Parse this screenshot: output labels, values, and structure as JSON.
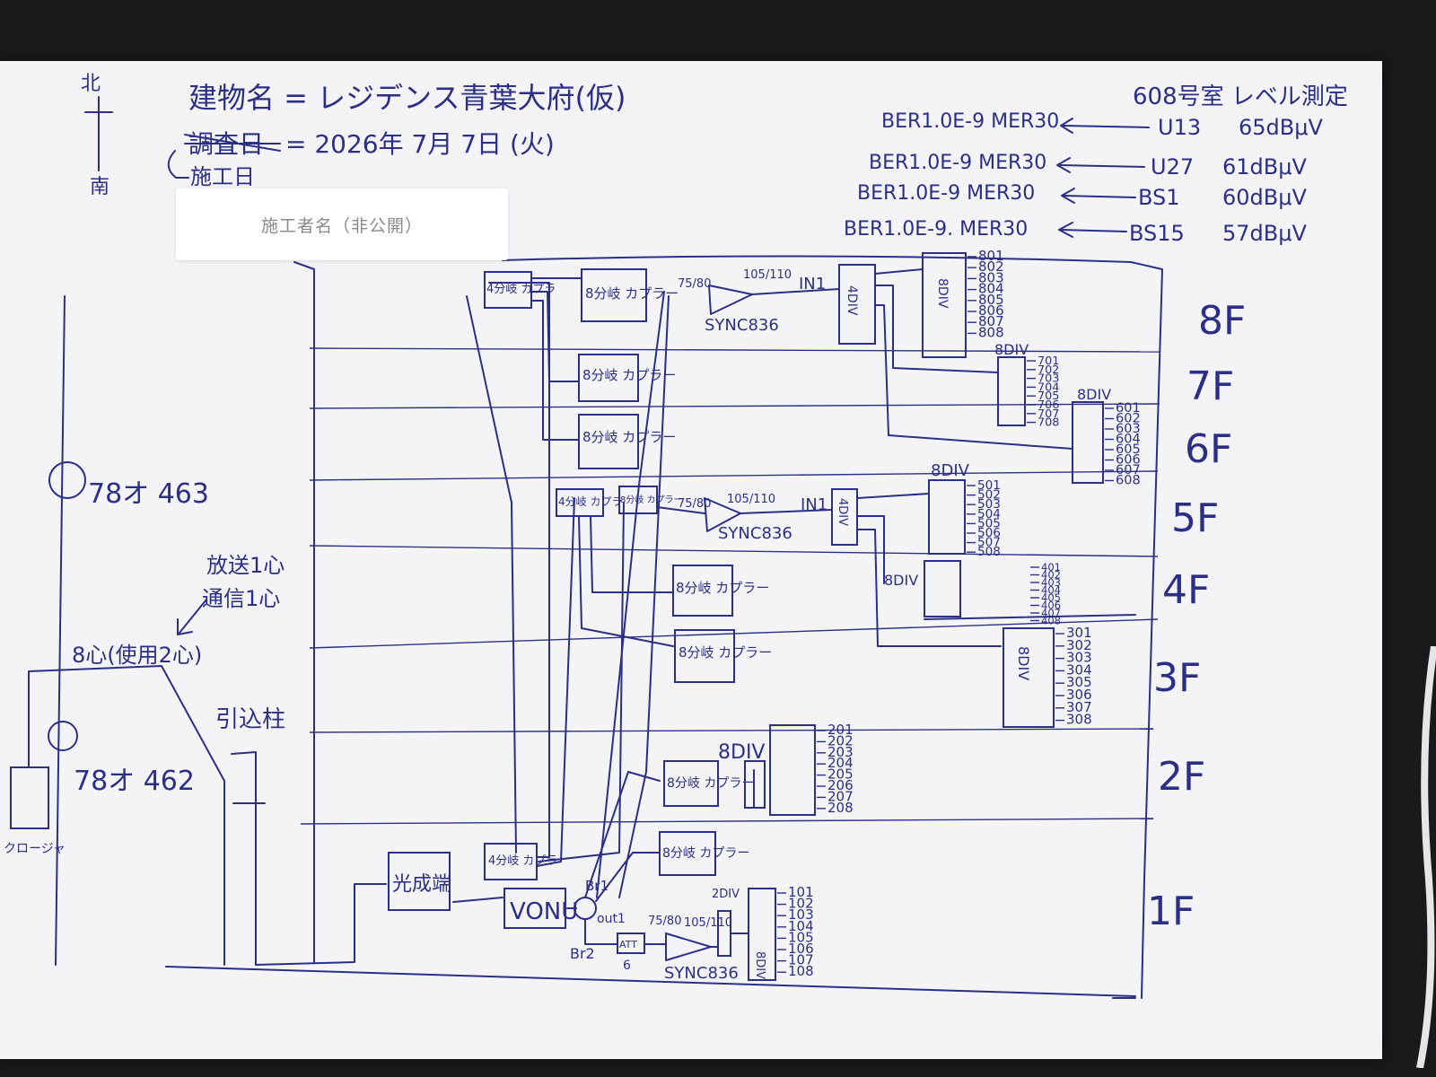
{
  "header": {
    "compass_north": "北",
    "compass_south": "南",
    "building_label": "建物名 = レジデンス青葉大府(仮)",
    "date_label": "= 2026年 7月 7日 (火)",
    "date_struck": "調査日",
    "work_day": "施工日",
    "redaction": "施工者名（非公開）"
  },
  "measurement": {
    "title": "608号室 レベル測定",
    "rows": [
      {
        "ber": "BER1.0E-9 MER30",
        "channel": "U13",
        "level": "65dBμV"
      },
      {
        "ber": "BER1.0E-9 MER30",
        "channel": "U27",
        "level": "61dBμV"
      },
      {
        "ber": "BER1.0E-9 MER30",
        "channel": "BS1",
        "level": "60dBμV"
      },
      {
        "ber": "BER1.0E-9. MER30",
        "channel": "BS15",
        "level": "57dBμV"
      }
    ]
  },
  "floors": [
    "8F",
    "7F",
    "6F",
    "5F",
    "4F",
    "3F",
    "2F",
    "1F"
  ],
  "components": {
    "coupler4": "4分岐 カプラ",
    "coupler8": "8分岐 カプラー",
    "amp_model": "SYNC836",
    "amp_in": "75/80",
    "amp_out": "105/110",
    "in1": "IN1",
    "div4": "4DIV",
    "div8": "8DIV",
    "div2": "2DIV",
    "vonu": "VONU",
    "optical": "光成端",
    "br1": "Br1",
    "br2": "Br2",
    "out1": "out1",
    "att": "ATT",
    "att_val": "6",
    "pole": "引込柱",
    "closure": "クロージャ",
    "pole1_id": "78オ 463",
    "pole2_id": "78オ 462",
    "fiber": "8心(使用2心)",
    "broadcast": "放送1心",
    "comm": "通信1心"
  },
  "room_numbers": {
    "f8": [
      "801",
      "802",
      "803",
      "804",
      "805",
      "806",
      "807",
      "808"
    ],
    "f7": [
      "701",
      "702",
      "703",
      "704",
      "705",
      "706",
      "707",
      "708"
    ],
    "f6": [
      "601",
      "602",
      "603",
      "604",
      "605",
      "606",
      "607",
      "608"
    ],
    "f5": [
      "501",
      "502",
      "503",
      "504",
      "505",
      "506",
      "507",
      "508"
    ],
    "f4": [
      "401",
      "402",
      "403",
      "404",
      "405",
      "406",
      "407",
      "408"
    ],
    "f3": [
      "301",
      "302",
      "303",
      "304",
      "305",
      "306",
      "307",
      "308"
    ],
    "f2": [
      "201",
      "202",
      "203",
      "204",
      "205",
      "206",
      "207",
      "208"
    ],
    "f1": [
      "101",
      "102",
      "103",
      "104",
      "105",
      "106",
      "107",
      "108"
    ]
  },
  "colors": {
    "ink": "#2c2f86",
    "paper": "#f4f4f6",
    "desk": "#1a1a1c"
  }
}
